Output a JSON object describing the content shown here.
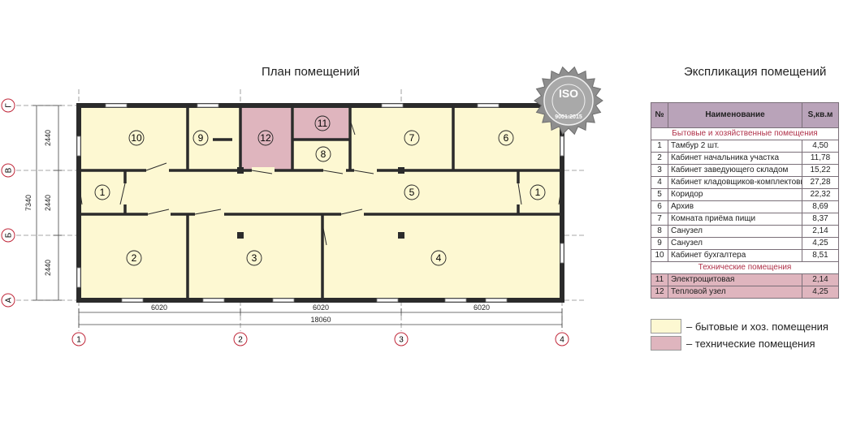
{
  "plan": {
    "title": "План помещений",
    "rows": [
      "Г",
      "В",
      "Б",
      "А"
    ],
    "cols": [
      "1",
      "2",
      "3",
      "4"
    ],
    "dim_total_height": "7340",
    "dim_rows": [
      "2440",
      "2440",
      "2440"
    ],
    "dim_cols": [
      "6020",
      "6020",
      "6020"
    ],
    "dim_total_width": "18060",
    "rooms": [
      "10",
      "9",
      "12",
      "11",
      "8",
      "7",
      "6",
      "1",
      "5",
      "1",
      "2",
      "3",
      "4"
    ],
    "colors": {
      "domestic": "#fdf8d2",
      "technical": "#dfb5be",
      "wall": "#2b2b2b",
      "axis": "#c0283a"
    }
  },
  "badge": {
    "top": "ISO",
    "bottom": "9001:2015"
  },
  "explication": {
    "title": "Экспликация помещений",
    "headers": [
      "№",
      "Наименование",
      "S,кв.м"
    ],
    "section_domestic": "Бытовые и хозяйственные помещения",
    "domestic": [
      {
        "n": "1",
        "name": "Тамбур 2 шт.",
        "s": "4,50"
      },
      {
        "n": "2",
        "name": "Кабинет начальника участка",
        "s": "11,78"
      },
      {
        "n": "3",
        "name": "Кабинет заведующего складом",
        "s": "15,22"
      },
      {
        "n": "4",
        "name": "Кабинет кладовщиков-комплектовщиков",
        "s": "27,28"
      },
      {
        "n": "5",
        "name": "Коридор",
        "s": "22,32"
      },
      {
        "n": "6",
        "name": "Архив",
        "s": "8,69"
      },
      {
        "n": "7",
        "name": "Комната приёма пищи",
        "s": "8,37"
      },
      {
        "n": "8",
        "name": "Санузел",
        "s": "2,14"
      },
      {
        "n": "9",
        "name": "Санузел",
        "s": "4,25"
      },
      {
        "n": "10",
        "name": "Кабинет бухгалтера",
        "s": "8,51"
      }
    ],
    "section_technical": "Технические помещения",
    "technical": [
      {
        "n": "11",
        "name": "Электрощитовая",
        "s": "2,14"
      },
      {
        "n": "12",
        "name": "Тепловой узел",
        "s": "4,25"
      }
    ]
  },
  "legend": {
    "domestic": "– бытовые и хоз. помещения",
    "technical": "– технические помещения"
  }
}
